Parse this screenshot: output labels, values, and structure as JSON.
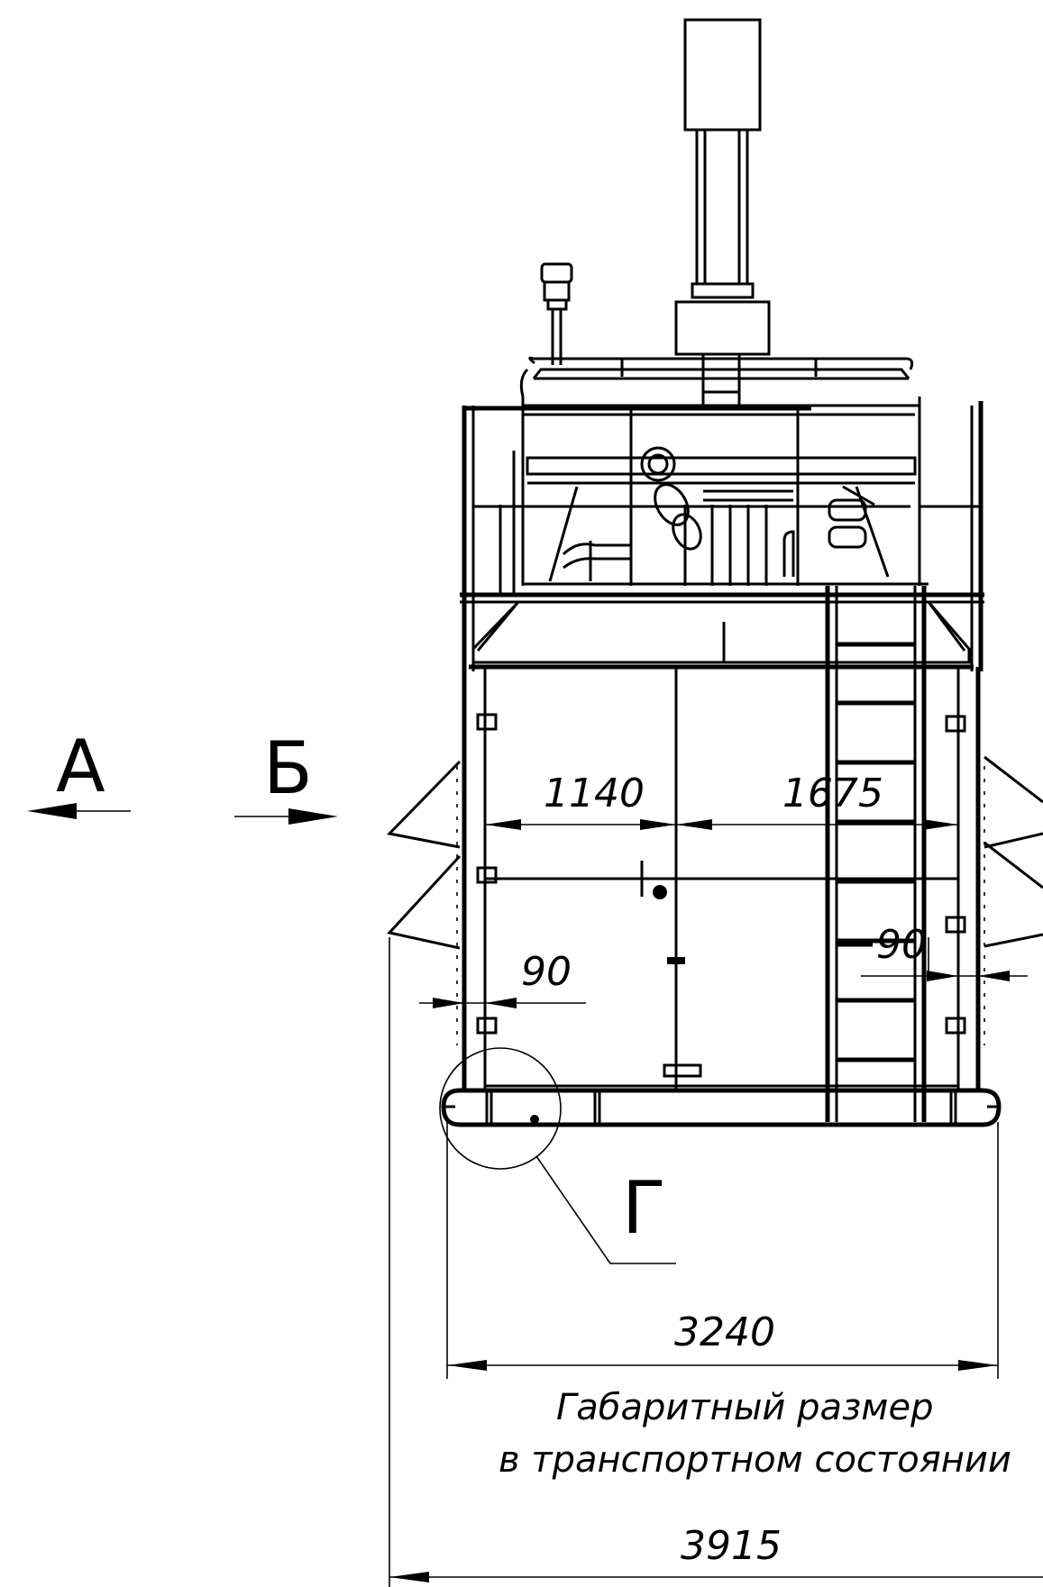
{
  "drawing": {
    "view_labels": {
      "a": "А",
      "b": "Б",
      "g": "Г"
    },
    "dimensions": {
      "d1140": "1140",
      "d1675": "1675",
      "d90_left": "90",
      "d90_right": "90",
      "d3240": "3240",
      "d3915": "3915"
    },
    "note": {
      "line1": "Габаритный размер",
      "line2": "в транспортном состоянии"
    }
  }
}
